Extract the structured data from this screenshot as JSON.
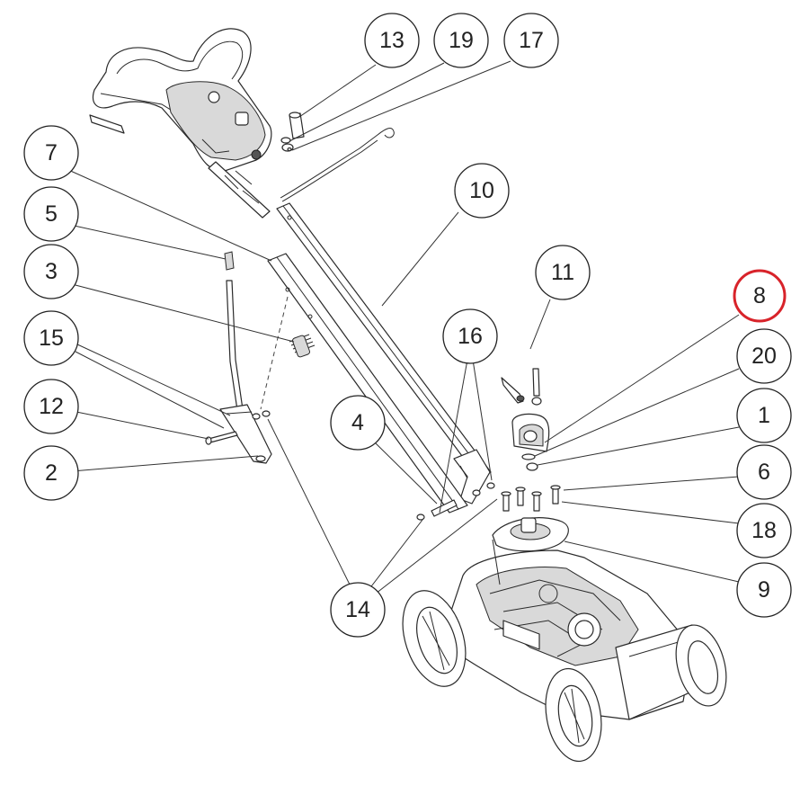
{
  "diagram": {
    "callouts": [
      {
        "id": "c13",
        "label": "13"
      },
      {
        "id": "c19",
        "label": "19"
      },
      {
        "id": "c17",
        "label": "17"
      },
      {
        "id": "c7",
        "label": "7"
      },
      {
        "id": "c10",
        "label": "10"
      },
      {
        "id": "c5",
        "label": "5"
      },
      {
        "id": "c3",
        "label": "3"
      },
      {
        "id": "c11",
        "label": "11"
      },
      {
        "id": "c8",
        "label": "8",
        "highlighted": true
      },
      {
        "id": "c15",
        "label": "15"
      },
      {
        "id": "c16",
        "label": "16"
      },
      {
        "id": "c20",
        "label": "20"
      },
      {
        "id": "c12",
        "label": "12"
      },
      {
        "id": "c4",
        "label": "4"
      },
      {
        "id": "c1",
        "label": "1"
      },
      {
        "id": "c2",
        "label": "2"
      },
      {
        "id": "c6",
        "label": "6"
      },
      {
        "id": "c18",
        "label": "18"
      },
      {
        "id": "c9",
        "label": "9"
      },
      {
        "id": "c14",
        "label": "14"
      }
    ],
    "colors": {
      "line": "#222222",
      "highlight": "#d8232a",
      "background": "#ffffff"
    }
  }
}
